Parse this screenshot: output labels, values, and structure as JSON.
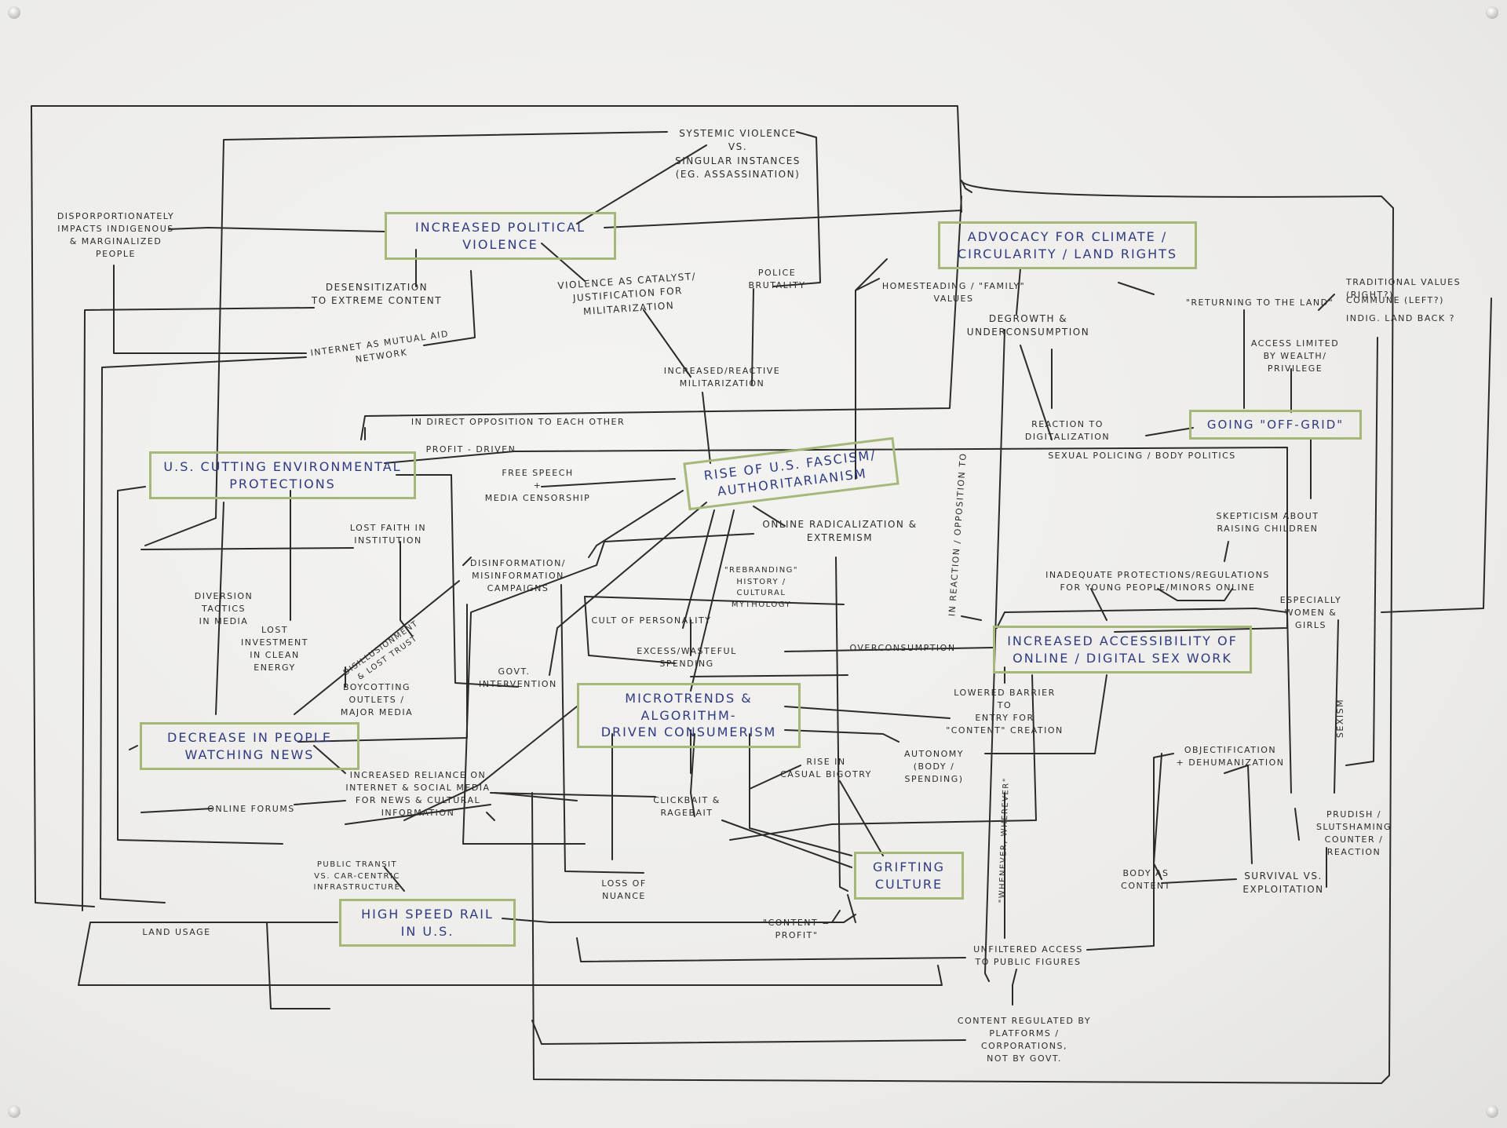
{
  "main_topics": {
    "political_violence": "Increased Political\nViolence",
    "climate": "Advocacy for Climate /\nCircularity / Land Rights",
    "env_protections": "U.S. Cutting Environmental\nProtections",
    "fascism": "Rise of U.S. Fascism/\nAuthoritarianism",
    "off_grid": "Going \"Off-Grid\"",
    "sex_work": "Increased Accessibility of\nOnline / Digital Sex Work",
    "microtrends": "Microtrends & Algorithm-\nDriven Consumerism",
    "news": "Decrease in People\nWatching News",
    "grifting": "Grifting\nCulture",
    "rail": "High Speed Rail\nin U.S."
  },
  "notes": {
    "systemic_violence": "Systemic Violence\nvs.\nSingular Instances\n(eg. Assassination)",
    "disproportionately": "Disporportionately\nImpacts Indigenous\n& Marginalized\nPeople",
    "desensitization": "Desensitization\nto Extreme Content",
    "violence_catalyst": "Violence as Catalyst/\nJustification for\nMilitarization",
    "police": "Police\nBrutality",
    "mutual_aid": "Internet as Mutual Aid\nNetwork",
    "militarization": "Increased/Reactive\nMilitarization",
    "direct_opposition": "In direct opposition to each other",
    "homesteading": "Homesteading / \"Family\" Values",
    "degrowth": "Degrowth &\nUnderconsumption",
    "returning": "\"Returning to the Land\"",
    "traditional": "Traditional Values (Right?)",
    "commune": "Commune (Left?)",
    "land_back": "Indig. Land Back ?",
    "access_limited": "Access limited\nby wealth/\nprivilege",
    "reaction_digital": "Reaction to\nDigitalization",
    "profit_driven": "Profit - Driven",
    "sexual_policing": "Sexual Policing / Body Politics",
    "free_speech": "Free Speech\n+\nMedia Censorship",
    "skepticism": "Skepticism about\nRaising Children",
    "online_radical": "Online Radicalization &\nExtremism",
    "lost_faith": "Lost Faith in\nInstitution",
    "disinformation": "Disinformation/\nMisinformation\nCampaigns",
    "rebranding": "\"Rebranding\"\nHistory /\nCultural\nMythology",
    "in_reaction": "In Reaction / Opposition To",
    "inadequate": "Inadequate Protections/Regulations\nfor Young People/Minors Online",
    "especially": "Especially\nWomen &\nGirls",
    "diversion": "Diversion Tactics\nin Media",
    "lost_investment": "Lost Investment\nin Clean\nEnergy",
    "disillusionment": "Disillusionment\n& Lost Trust",
    "cult": "Cult of Personality",
    "excess": "Excess/Wasteful\nSpending",
    "overconsumption": "Overconsumption",
    "boycotting": "Boycotting\nOutlets /\nMajor Media",
    "govt_intervention": "Govt.\nIntervention",
    "lowered_barrier": "Lowered Barrier to\nEntry for\n\"Content\" Creation",
    "autonomy": "Autonomy\n(Body /\nSpending)",
    "rise_bigotry": "Rise in\nCasual Bigotry",
    "objectification": "Objectification\n+ Dehumanization",
    "sexism": "Sexism",
    "whenever": "\"Whenever, Wherever\"",
    "reliance": "Increased Reliance on\nInternet & Social Media\nfor News & Cultural\nInformation",
    "online_forums": "Online Forums",
    "clickbait": "Clickbait &\nRagebait",
    "prudish": "Prudish / Slutshaming\nCounter /\nReaction",
    "public_transit": "Public Transit\nvs. Car-Centric\nInfrastructure",
    "loss_nuance": "Loss of\nNuance",
    "body_content": "Body as\nContent",
    "survival": "Survival vs.\nExploitation",
    "land_usage": "Land Usage",
    "content_profit": "\"Content = Profit\"",
    "unfiltered": "Unfiltered Access\nto Public Figures",
    "content_regulated": "Content Regulated by\nPlatforms / Corporations,\nnot by Govt."
  }
}
